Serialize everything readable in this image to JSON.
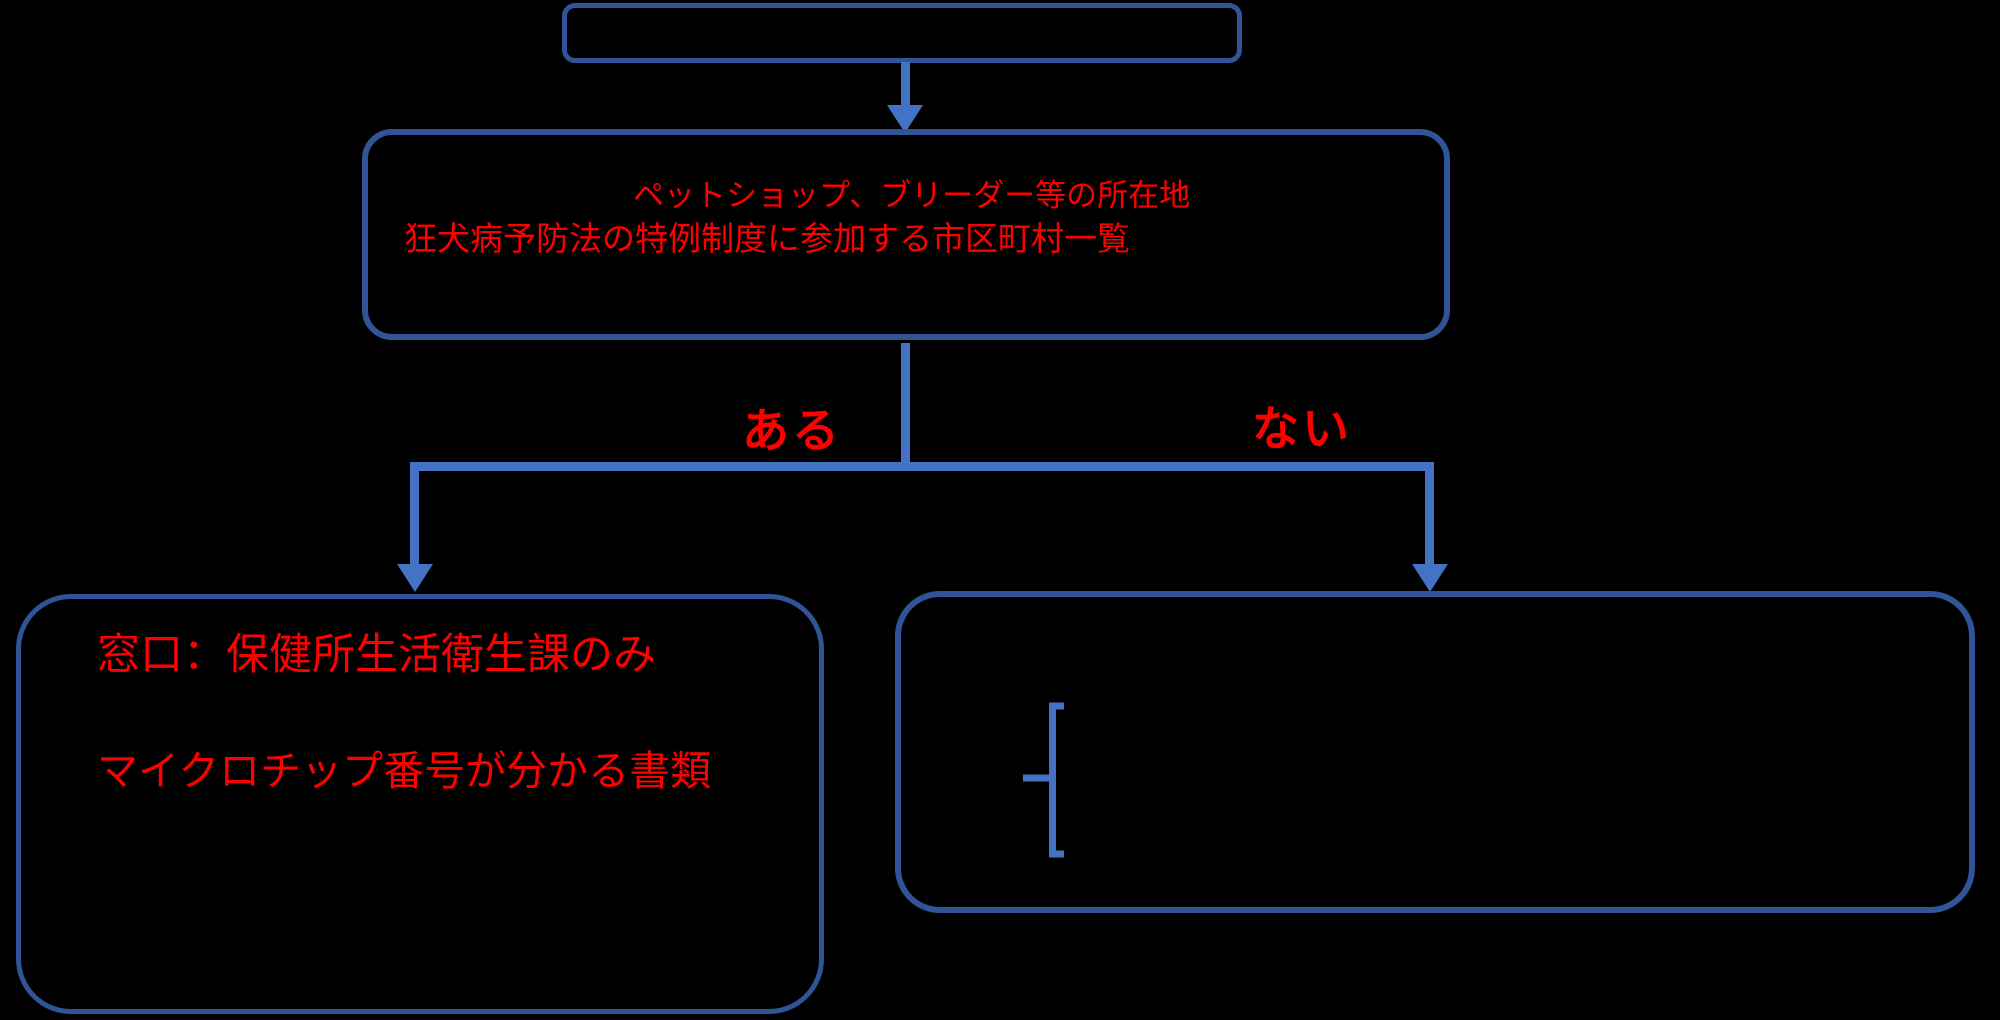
{
  "diagram": {
    "title": "",
    "colors": {
      "background": "#000000",
      "box_border_blue": "#2F5597",
      "connector_blue": "#4472C4",
      "text_red": "#FF0000"
    },
    "top_box": {
      "text": ""
    },
    "decision_box": {
      "line1": "ペットショップ、ブリーダー等の所在地",
      "line2": "狂犬病予防法の特例制度に参加する市区町村一覧"
    },
    "branches": {
      "left_label": "ある",
      "right_label": "ない"
    },
    "left_result_box": {
      "line1": "窓口：保健所生活衛生課のみ",
      "line2": "マイクロチップ番号が分かる書類"
    },
    "right_result_box": {
      "icon": "left-brace-icon"
    }
  }
}
